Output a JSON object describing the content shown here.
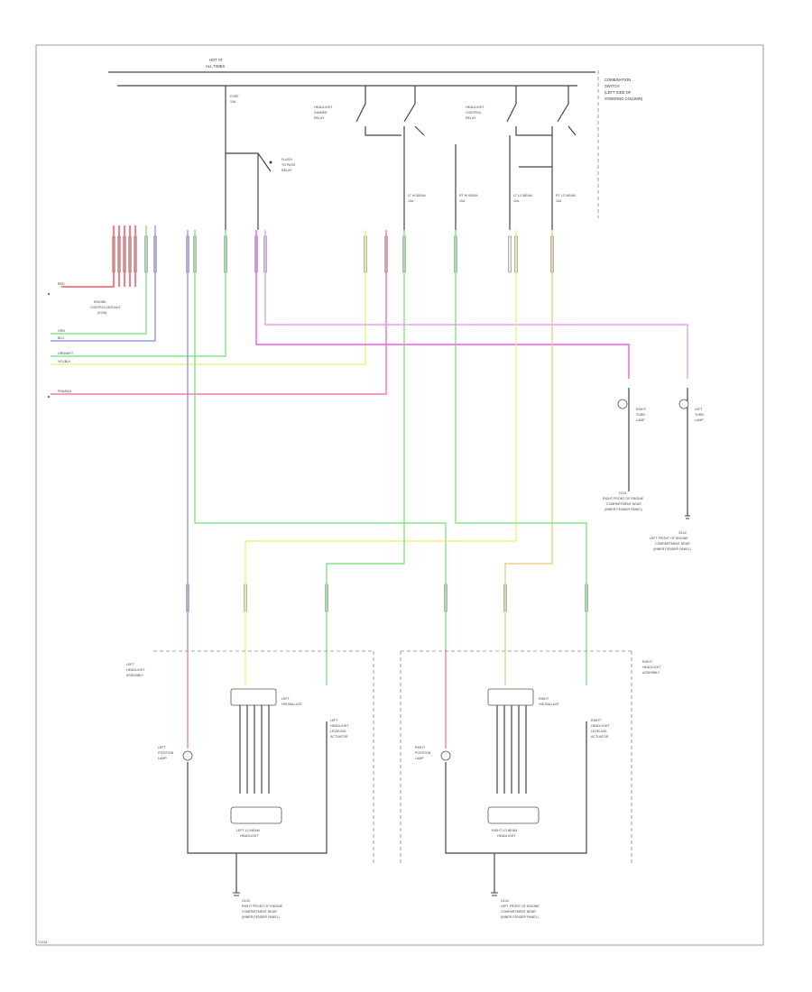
{
  "colors": {
    "red": "#f4707a",
    "pink": "#f25aa8",
    "blue": "#7c86f2",
    "green": "#6fe06f",
    "yellow": "#eded6a",
    "tan": "#e6c874",
    "magenta": "#ee5aee",
    "violet": "#e79ff0",
    "black": "#444444"
  },
  "labels": {
    "hot_at_all_times": "HOT AT",
    "fuse_power": "ALL TIMES",
    "harness_note_1": "COMBINATION",
    "harness_note_2": "SWITCH",
    "harness_note_3": "(LEFT SIDE OF",
    "harness_note_4": "STEERING COLUMN)",
    "dimmer_relay_left": "HEADLIGHT",
    "dimmer_relay_left_2": "DIMMER",
    "dimmer_relay_left_3": "RELAY",
    "dimmer_relay_right": "HEADLIGHT",
    "dimmer_relay_right_2": "CONTROL",
    "dimmer_relay_right_3": "RELAY",
    "flash_relay_1": "FLASH",
    "flash_relay_2": "TO PASS",
    "flash_relay_3": "RELAY",
    "fuse_1": "FUSE",
    "fuse_2": "10A",
    "fuse_hi_left": "LT HI BEAM",
    "fuse_hi_right": "RT HI BEAM",
    "fuse_lo_left": "LT LO BEAM",
    "fuse_lo_right": "RT LO BEAM",
    "fuse_amp": "10A",
    "body_module_1": "ENGINE",
    "body_module_2": "CONTROL MODULE",
    "body_module_3": "(ECM)",
    "left_wire_1": "RED",
    "left_wire_2": "GRN",
    "left_wire_3": "BLU",
    "left_wire_4": "GRN/WHT",
    "left_wire_5": "YEL/BLK",
    "left_wire_6": "PNK/BLK",
    "right_indicator_1": "RIGHT",
    "right_indicator_2": "TURN",
    "right_indicator_3": "LAMP",
    "left_indicator_1": "LEFT",
    "left_indicator_2": "TURN",
    "left_indicator_3": "LAMP",
    "ground_right_1": "G101",
    "ground_right_2": "RIGHT FRONT OF ENGINE",
    "ground_right_3": "COMPARTMENT NEAR",
    "ground_right_4": "(INNER FENDER PANEL)",
    "ground_left_1": "G102",
    "ground_left_2": "LEFT FRONT OF ENGINE",
    "ground_left_3": "COMPARTMENT NEAR",
    "ground_left_4": "(INNER FENDER PANEL)",
    "left_headlight_assy_1": "LEFT",
    "left_headlight_assy_2": "HEADLIGHT",
    "left_headlight_assy_3": "ASSEMBLY",
    "right_headlight_assy_1": "RIGHT",
    "right_headlight_assy_2": "HEADLIGHT",
    "right_headlight_assy_3": "ASSEMBLY",
    "left_position_1": "LEFT",
    "left_position_2": "POSITION",
    "left_position_3": "LAMP",
    "right_position_1": "RIGHT",
    "right_position_2": "POSITION",
    "right_position_3": "LAMP",
    "left_hid_1": "LEFT",
    "left_hid_2": "HID BALLAST",
    "right_hid_1": "RIGHT",
    "right_hid_2": "HID BALLAST",
    "left_leveling_1": "LEFT",
    "left_leveling_2": "HEADLIGHT",
    "left_leveling_3": "LEVELING",
    "left_leveling_4": "ACTUATOR",
    "right_leveling_1": "RIGHT",
    "right_leveling_2": "HEADLIGHT",
    "right_leveling_3": "LEVELING",
    "right_leveling_4": "ACTUATOR",
    "left_lamp_name_1": "LEFT LO BEAM",
    "left_lamp_name_2": "HEADLIGHT",
    "right_lamp_name_1": "RIGHT LO BEAM",
    "right_lamp_name_2": "HEADLIGHT",
    "ground_bottom_left_1": "G103",
    "ground_bottom_left_2": "RIGHT FRONT OF ENGINE",
    "ground_bottom_left_3": "COMPARTMENT NEAR",
    "ground_bottom_left_4": "(INNER FENDER PANEL)",
    "ground_bottom_right_1": "G104",
    "ground_bottom_right_2": "LEFT FRONT OF ENGINE",
    "ground_bottom_right_3": "COMPARTMENT NEAR",
    "ground_bottom_right_4": "(INNER FENDER PANEL)",
    "footer": "Y1234"
  }
}
